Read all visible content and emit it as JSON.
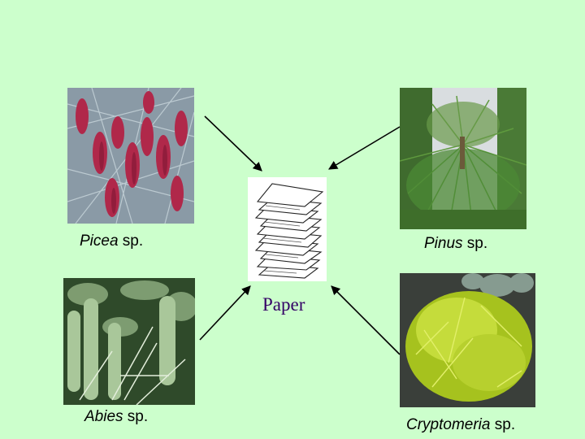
{
  "center": {
    "label": "Paper",
    "icon": "paper-stack-icon",
    "label_color": "#330066"
  },
  "background_color": "#ccffcc",
  "sources": [
    {
      "genus": "Picea",
      "suffix": " sp.",
      "position": "top-left"
    },
    {
      "genus": "Pinus",
      "suffix": " sp.",
      "position": "top-right"
    },
    {
      "genus": "Abies",
      "suffix": " sp.",
      "position": "bottom-left"
    },
    {
      "genus": "Cryptomeria",
      "suffix": " sp.",
      "position": "bottom-right"
    }
  ]
}
